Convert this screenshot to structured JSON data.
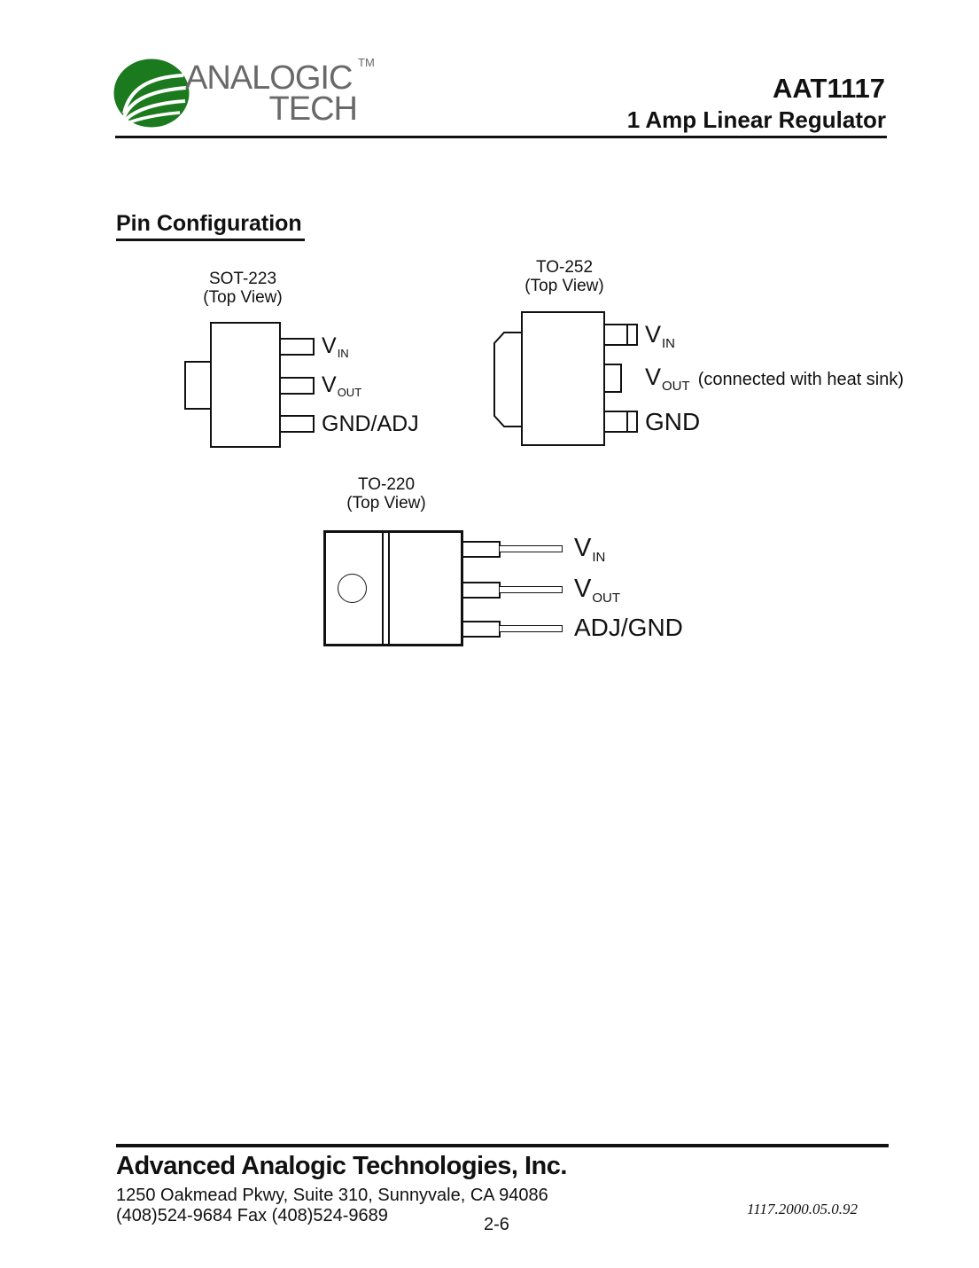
{
  "header": {
    "logo": {
      "line1": "ANALOGIC",
      "line2": "TECH",
      "tm": "TM",
      "green": "#1c7a1e",
      "gray": "#696969"
    },
    "part_number": "AAT1117",
    "subtitle": "1 Amp Linear Regulator"
  },
  "section": {
    "title": "Pin Configuration"
  },
  "diagrams": {
    "sot223": {
      "name": "SOT-223",
      "view": "(Top View)",
      "pins": [
        {
          "main": "V",
          "sub": "IN"
        },
        {
          "main": "V",
          "sub": "OUT"
        },
        {
          "main": "GND/ADJ",
          "sub": ""
        }
      ]
    },
    "to252": {
      "name": "TO-252",
      "view": "(Top View)",
      "pins": [
        {
          "main": "V",
          "sub": "IN",
          "note": ""
        },
        {
          "main": "V",
          "sub": "OUT",
          "note": "(connected with heat sink)"
        },
        {
          "main": "GND",
          "sub": "",
          "note": ""
        }
      ]
    },
    "to220": {
      "name": "TO-220",
      "view": "(Top View)",
      "pins": [
        {
          "main": "V",
          "sub": "IN"
        },
        {
          "main": "V",
          "sub": "OUT"
        },
        {
          "main": "ADJ/GND",
          "sub": ""
        }
      ]
    }
  },
  "footer": {
    "company": "Advanced Analogic Technologies, Inc.",
    "address": "1250 Oakmead Pkwy, Suite 310, Sunnyvale, CA 94086",
    "phone": "(408)524-9684   Fax (408)524-9689",
    "doc_number": "1117.2000.05.0.92",
    "page_number": "2-6"
  }
}
